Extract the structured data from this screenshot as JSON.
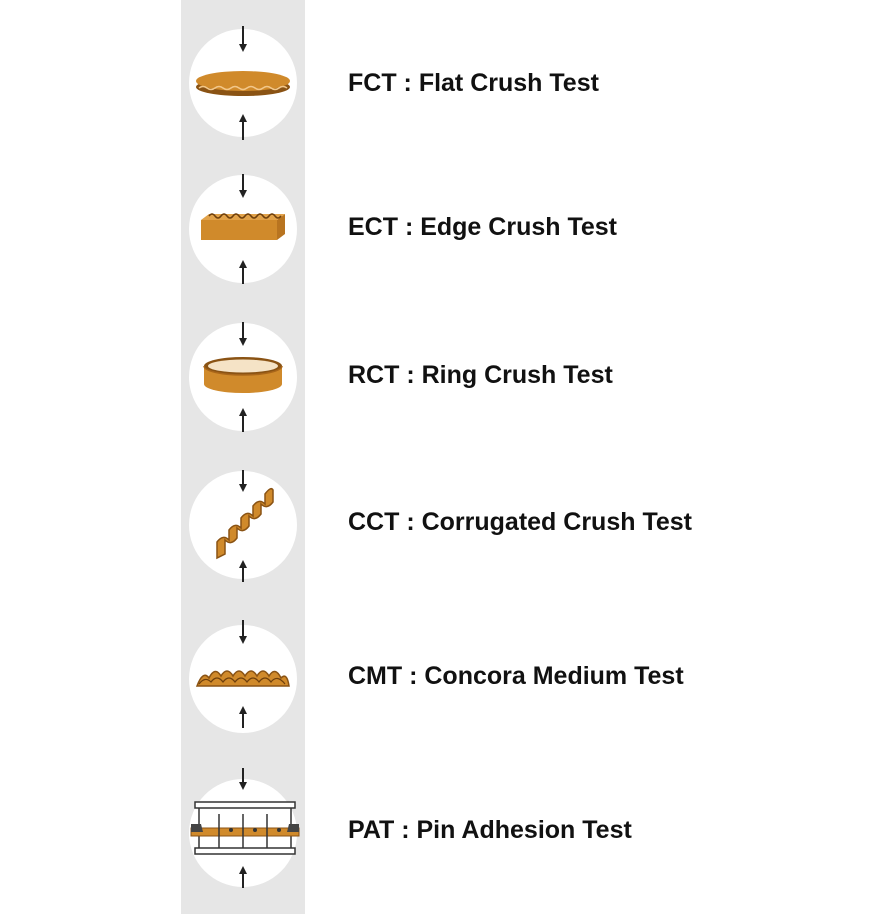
{
  "colors": {
    "strip": "#e6e6e6",
    "sample": "#d08a2b",
    "sample_dark": "#8a5314",
    "arrow": "#222222",
    "text": "#111111"
  },
  "tests": [
    {
      "label": "FCT : Flat Crush Test",
      "icon": "flat-disc-icon"
    },
    {
      "label": "ECT : Edge Crush Test",
      "icon": "edge-block-icon"
    },
    {
      "label": "RCT : Ring Crush Test",
      "icon": "ring-icon"
    },
    {
      "label": "CCT : Corrugated Crush Test",
      "icon": "corrugated-strip-icon"
    },
    {
      "label": "CMT : Concora Medium Test",
      "icon": "fluted-medium-icon"
    },
    {
      "label": "PAT : Pin Adhesion Test",
      "icon": "pin-fixture-icon"
    }
  ]
}
